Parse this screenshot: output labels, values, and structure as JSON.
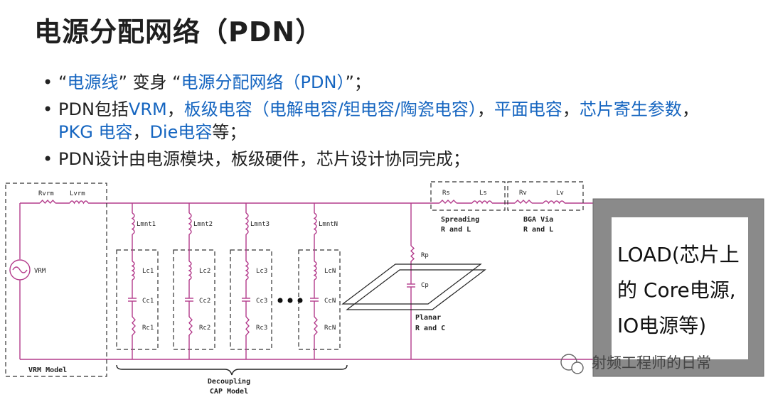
{
  "title": "电源分配网络（PDN）",
  "bullets": [
    {
      "parts": [
        {
          "t": "“",
          "c": "n"
        },
        {
          "t": "电源线",
          "c": "b"
        },
        {
          "t": "” 变身 “",
          "c": "n"
        },
        {
          "t": "电源分配网络（PDN）",
          "c": "b"
        },
        {
          "t": "”；",
          "c": "n"
        }
      ]
    },
    {
      "parts": [
        {
          "t": "PDN包括",
          "c": "n"
        },
        {
          "t": "VRM",
          "c": "b"
        },
        {
          "t": "，",
          "c": "n"
        },
        {
          "t": "板级电容（电解电容/钽电容/陶瓷电容）",
          "c": "b"
        },
        {
          "t": "，",
          "c": "n"
        },
        {
          "t": "平面电容",
          "c": "b"
        },
        {
          "t": "，",
          "c": "n"
        },
        {
          "t": "芯片寄生参数",
          "c": "b"
        },
        {
          "t": "，",
          "c": "n"
        },
        {
          "t": "PKG 电容",
          "c": "b"
        },
        {
          "t": "，",
          "c": "n"
        },
        {
          "t": "Die电容",
          "c": "b"
        },
        {
          "t": "等；",
          "c": "n"
        }
      ]
    },
    {
      "parts": [
        {
          "t": "PDN设计由电源模块，板级硬件，芯片设计协同完成；",
          "c": "n"
        }
      ]
    }
  ],
  "colors": {
    "wire": "#b43c8c",
    "blue_text": "#1565c0",
    "load_border": "#7a7a7a"
  },
  "diagram": {
    "vrm": {
      "r": "Rvrm",
      "l": "Lvrm",
      "source": "VRM",
      "box_label": "VRM Model"
    },
    "decap_branches": [
      {
        "lm": "Lmnt1",
        "lc": "Lc1",
        "cc": "Cc1",
        "rc": "Rc1"
      },
      {
        "lm": "Lmnt2",
        "lc": "Lc2",
        "cc": "Cc2",
        "rc": "Rc2"
      },
      {
        "lm": "Lmnt3",
        "lc": "Lc3",
        "cc": "Cc3",
        "rc": "Rc3"
      },
      {
        "lm": "LmntN",
        "lc": "LcN",
        "cc": "CcN",
        "rc": "RcN"
      }
    ],
    "decap_label": [
      "Decoupling",
      "CAP Model"
    ],
    "planar": {
      "rp": "Rp",
      "cp": "Cp",
      "label": [
        "Planar",
        "R and C"
      ]
    },
    "spreading": {
      "rs": "Rs",
      "ls": "Ls",
      "label": [
        "Spreading",
        "R and L"
      ]
    },
    "bga": {
      "rv": "Rv",
      "lv": "Lv",
      "label": [
        "BGA Via",
        "R and L"
      ]
    },
    "load": [
      "LOAD(芯片上",
      "的 Core电源,",
      "IO电源等)"
    ]
  },
  "watermark": "射频工程师的日常"
}
